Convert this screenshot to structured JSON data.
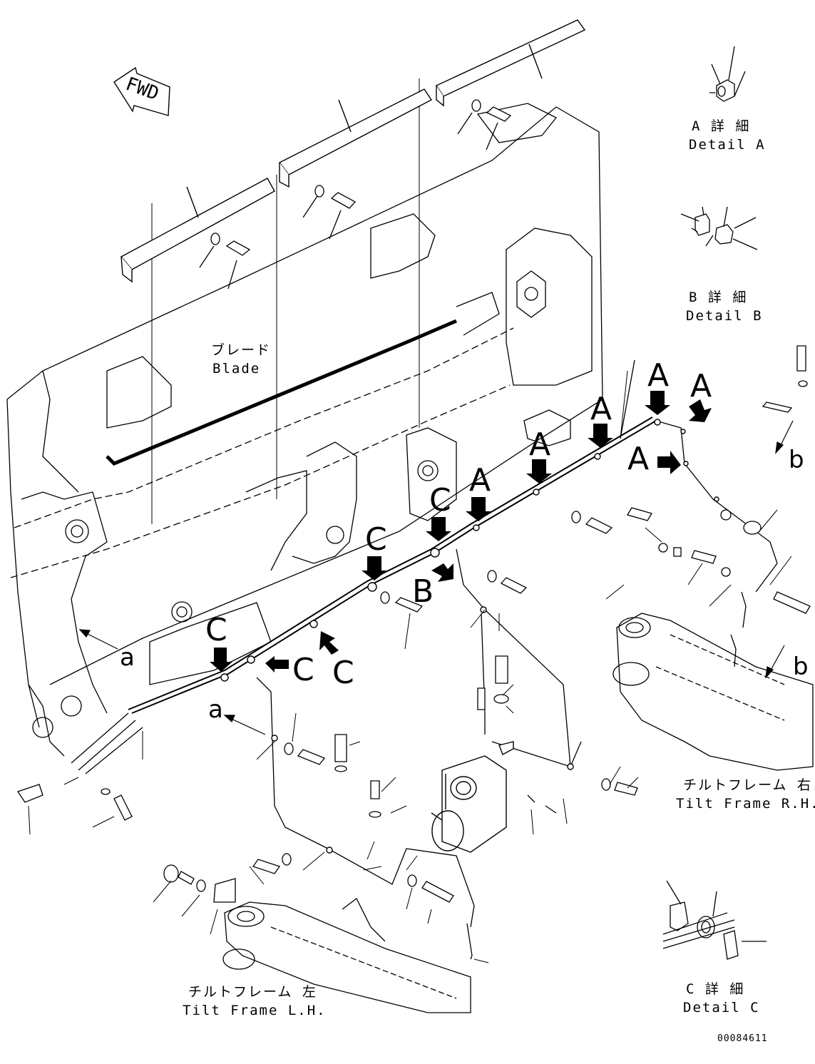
{
  "fwd_label": "FWD",
  "blade": {
    "jp": "ブレード",
    "en": "Blade"
  },
  "details": {
    "a": {
      "jp": "A 詳 細",
      "en": "Detail A"
    },
    "b": {
      "jp": "B 詳 細",
      "en": "Detail B"
    },
    "c": {
      "jp": "C 詳 細",
      "en": "Detail C"
    }
  },
  "tilt_rh": {
    "jp": "チルトフレーム 右",
    "en": "Tilt Frame R.H."
  },
  "tilt_lh": {
    "jp": "チルトフレーム 左",
    "en": "Tilt Frame L.H."
  },
  "callouts": {
    "A": "A",
    "B": "B",
    "C": "C",
    "a": "a",
    "b": "b"
  },
  "doc_number": "00084611",
  "colors": {
    "ink": "#000000",
    "paper": "#ffffff"
  }
}
